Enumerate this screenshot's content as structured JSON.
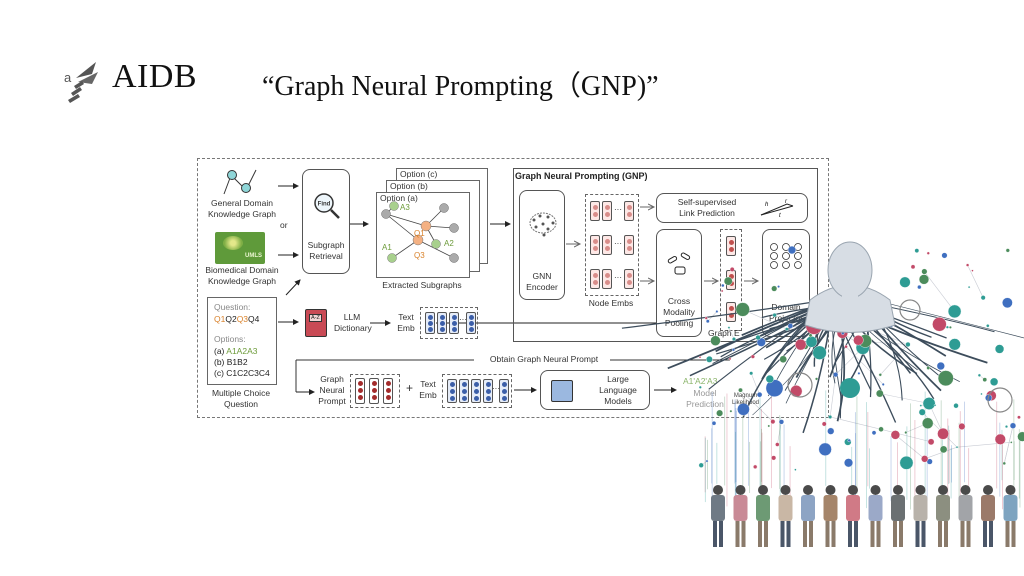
{
  "header": {
    "logo_icon": "bee-logo-icon",
    "logo_text": "AIDB",
    "title": "“Graph Neural Prompting（GNP)”"
  },
  "diagram": {
    "inputs": {
      "general_kg": "General Domain\nKnowledge Graph",
      "or": "or",
      "biomedical_kg": "Biomedical Domain\nKnowledge Graph",
      "umls_label": "UMLS",
      "mcq": {
        "question_label": "Question:",
        "question_tokens": [
          "Q1",
          "Q2",
          "Q3",
          "Q4"
        ],
        "options_label": "Options:",
        "option_a_prefix": "(a) ",
        "option_a": "A1A2A3",
        "option_b": "(b) B1B2",
        "option_c": "(c) C1C2C3C4",
        "caption": "Multiple Choice\nQuestion"
      }
    },
    "subgraph_retrieval": {
      "find": "Find",
      "label": "Subgraph\nRetrieval"
    },
    "extracted": {
      "options": [
        "Option (c)",
        "Option (b)",
        "Option (a)"
      ],
      "nodes": {
        "A3": "A3",
        "Q1": "Q1",
        "A2": "A2",
        "A1": "A1",
        "Q3": "Q3"
      },
      "caption": "Extracted Subgraphs"
    },
    "llm_dictionary": {
      "icon_text": "A-Z",
      "label": "LLM\nDictionary"
    },
    "text_emb": "Text\nEmb",
    "ellipsis": "···",
    "gnp": {
      "title": "Graph Neural Prompting (GNP)",
      "gnn_encoder": "GNN\nEncoder",
      "node_embs": "Node Embs",
      "link_prediction": "Self-supervised\nLink Prediction",
      "link_symbols": {
        "h": "h",
        "r": "r",
        "t": "t"
      },
      "cross_modality": "Cross\nModality\nPooling",
      "graph_emb": "Graph E",
      "domain_projector": "Domain\nProjector"
    },
    "obtain_prompt": "Obtain Graph Neural Prompt",
    "graph_neural_prompt": "Graph\nNeural\nPrompt",
    "plus": "+",
    "llm": "Large\nLanguage\nModels",
    "output": {
      "answer": "A1'A2'A3",
      "label": "Model\nPrediction",
      "magnum": "Magnum\nLikelihood"
    }
  },
  "illustration": {
    "description": "faceless figure with roots connecting to network of colored nodes above a row of people",
    "colors": {
      "teal": "#2e9c94",
      "blue": "#3f6fc0",
      "red": "#c24a68",
      "green": "#4c8c5c",
      "figure": "#d7dde4"
    }
  }
}
